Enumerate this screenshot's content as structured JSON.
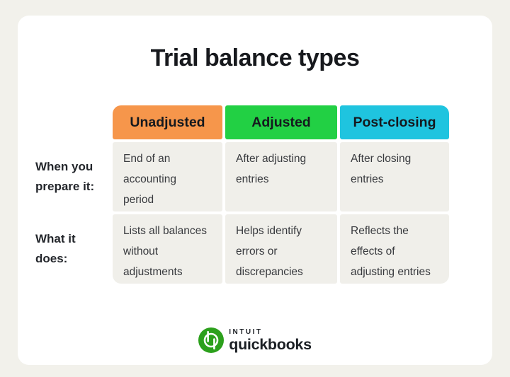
{
  "page": {
    "title": "Trial balance types"
  },
  "table": {
    "column_headers": [
      {
        "label": "Unadjusted",
        "color": "#F6964B"
      },
      {
        "label": "Adjusted",
        "color": "#22D044"
      },
      {
        "label": "Post-closing",
        "color": "#1FC4DF"
      }
    ],
    "rows": [
      {
        "label": "When you\nprepare it:",
        "cells": [
          "End of an\naccounting\nperiod",
          "After adjusting\nentries",
          "After closing\nentries"
        ]
      },
      {
        "label": "What it\ndoes:",
        "cells": [
          "Lists all balances\nwithout\nadjustments",
          "Helps identify\nerrors or\ndiscrepancies",
          "Reflects the\neffects of\nadjusting entries"
        ]
      }
    ]
  },
  "footer": {
    "brand_top": "INTUIT",
    "brand_bottom": "quickbooks",
    "logo_icon": "quickbooks-qb-icon",
    "logo_color": "#2CA01C"
  },
  "colors": {
    "background": "#F2F1EB",
    "card": "#FFFFFF",
    "cell_background": "#F0EFEA",
    "header_unadjusted": "#F6964B",
    "header_adjusted": "#22D044",
    "header_post_closing": "#1FC4DF",
    "text_primary": "#1B1F24",
    "logo_green": "#2CA01C"
  }
}
